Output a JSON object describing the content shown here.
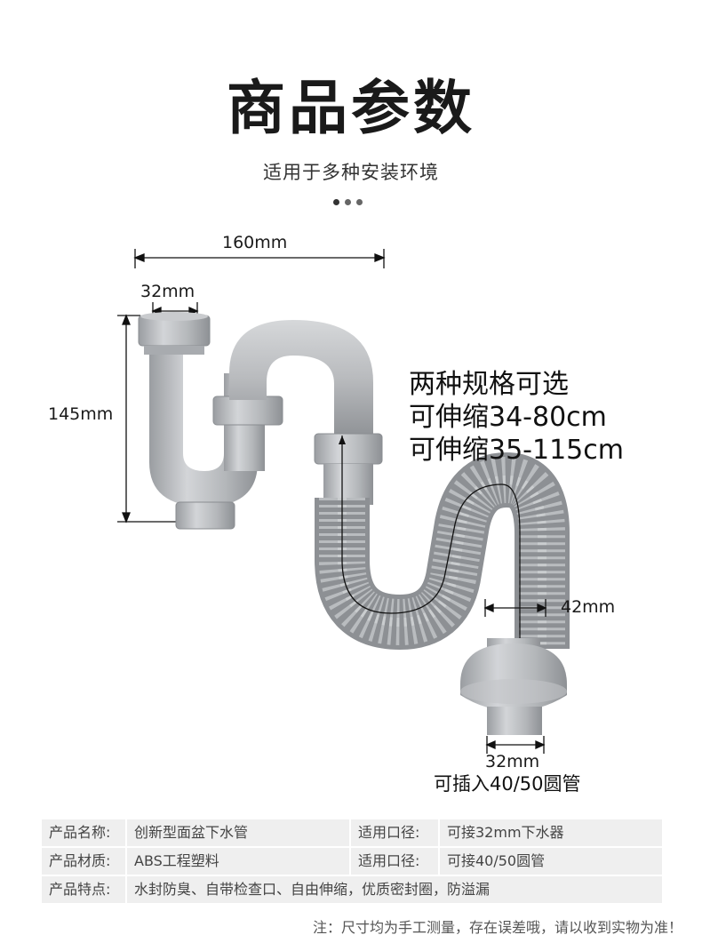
{
  "header": {
    "title": "商品参数",
    "subtitle": "适用于多种安装环境"
  },
  "dimensions": {
    "width_total": "160mm",
    "top_inlet": "32mm",
    "height": "145mm",
    "hose_diameter": "42mm",
    "outlet": "32mm"
  },
  "specs": {
    "line1": "两种规格可选",
    "line2": "可伸缩34-80cm",
    "line3": "可伸缩35-115cm"
  },
  "insert_note": "可插入40/50圆管",
  "params": {
    "row1": {
      "label": "产品名称:",
      "value": "创新型面盆下水管",
      "label2": "适用口径:",
      "value2": "可接32mm下水器"
    },
    "row2": {
      "label": "产品材质:",
      "value": "ABS工程塑料",
      "label2": "适用口径:",
      "value2": "可接40/50圆管"
    },
    "row3": {
      "label": "产品特点:",
      "value": "水封防臭、自带检查口、自由伸缩，优质密封圈，防溢漏"
    }
  },
  "footnote": "注：尺寸均为手工测量，存在误差哦，请以收到实物为准！",
  "colors": {
    "pipe": "#b9bbbe",
    "pipe_dark": "#8f9296",
    "pipe_light": "#d8dadc",
    "line": "#111111"
  }
}
